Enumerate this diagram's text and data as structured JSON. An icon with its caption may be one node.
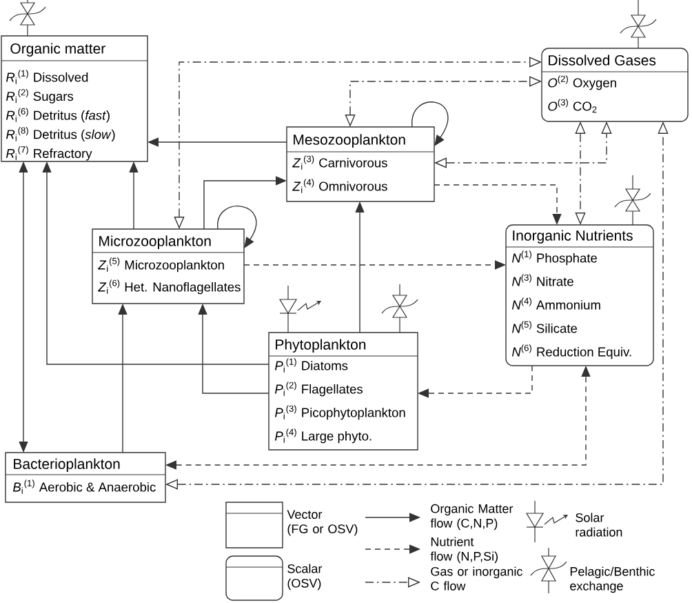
{
  "diagram": {
    "nodes": [
      {
        "text": [
          "Organic matter",
          "*R*$_{i}$$^{(1)}$ Dissolved",
          "*R*$_{i}$$^{(2)}$ Sugars",
          "*R*$_{i}$$^{(6)}$ Detritus (*fast*)",
          "*R*$_{i}$$^{(8)}$ Detritus (*slow*)",
          "*R*$_{i}$$^{(7)}$ Refractory"
        ]
      },
      {
        "text": [
          "Dissolved Gases",
          "*O*$^{(2)}$ Oxygen",
          "*O*$^{(3)}$ CO$_{2}$"
        ]
      },
      {
        "text": [
          "Mesozooplankton",
          "*Z*$_{i}$$^{(3)}$ Carnivorous",
          "*Z*$_{i}$$^{(4)}$ Omnivorous"
        ]
      },
      {
        "text": [
          "Microzooplankton",
          "*Z*$_{i}$$^{(5)}$ Microzooplankton",
          "*Z*$_{i}$$^{(6)}$ Het. Nanoflagellates"
        ]
      },
      {
        "text": [
          "Inorganic Nutrients",
          "*N*$^{(1)}$ Phosphate",
          "*N*$^{(3)}$ Nitrate",
          "*N*$^{(4)}$ Ammonium",
          "*N*$^{(5)}$ Silicate",
          "*N*$^{(6)}$ Reduction Equiv."
        ]
      },
      {
        "text": [
          "Phytoplankton",
          "*P*$_{i}$$^{(1)}$ Diatoms",
          "*P*$_{i}$$^{(2)}$ Flagellates",
          "*P*$_{i}$$^{(3)}$ Picophytoplankton",
          "*P*$_{i}$$^{(4)}$ Large phyto."
        ]
      },
      {
        "text": [
          "Bacterioplankton",
          "*B*$_{i}$$^{(1)}$ Aerobic & Anaerobic"
        ]
      }
    ],
    "edges": [
      {
        "from": 2,
        "to": 0,
        "arrow": "to"
      },
      {
        "from": 2,
        "to": 2,
        "arrow": "to"
      },
      {
        "from": 3,
        "to": 0,
        "arrow": "to"
      },
      {
        "from": 3,
        "to": 2,
        "arrow": "to"
      },
      {
        "from": 3,
        "to": 3,
        "arrow": "to"
      },
      {
        "from": 5,
        "to": 2,
        "arrow": "to"
      },
      {
        "from": 5,
        "to": 0,
        "arrow": "to"
      },
      {
        "from": 5,
        "to": 3,
        "arrow": "to"
      },
      {
        "from": 6,
        "to": 3,
        "arrow": "to"
      },
      {
        "from": 0,
        "to": 6,
        "arrow": "both"
      },
      {
        "from": 3,
        "to": 4,
        "arrow": "to",
        "style": "dashed"
      },
      {
        "from": 2,
        "to": 4,
        "arrow": "to",
        "style": "dashed"
      },
      {
        "from": 4,
        "to": 5,
        "arrow": "to",
        "style": "dashed"
      },
      {
        "from": 6,
        "to": 4,
        "arrow": "both",
        "style": "dashed"
      },
      {
        "from": 3,
        "to": 1,
        "arrow": "both",
        "style": "dashed"
      },
      {
        "from": 2,
        "to": 1,
        "arrow": "both",
        "style": "dashed"
      },
      {
        "from": 2,
        "to": 1,
        "arrow": "both",
        "style": "dashed"
      },
      {
        "from": 1,
        "to": 4,
        "arrow": "both",
        "style": "dashed"
      },
      {
        "from": 6,
        "to": 1,
        "arrow": "both",
        "style": "dashed"
      }
    ],
    "legend": [
      {
        "text": "Vector (FG or OSV)"
      },
      {
        "text": "Scalar (OSV)"
      },
      {
        "text": "Organic Matter flow (C,N,P)"
      },
      {
        "text": "Nutrient flow (N,P,Si)"
      },
      {
        "text": "Gas or inorganic C flow"
      },
      {
        "text": "Solar radiation"
      },
      {
        "text": "Pelagic/Benthic exchange"
      }
    ]
  }
}
